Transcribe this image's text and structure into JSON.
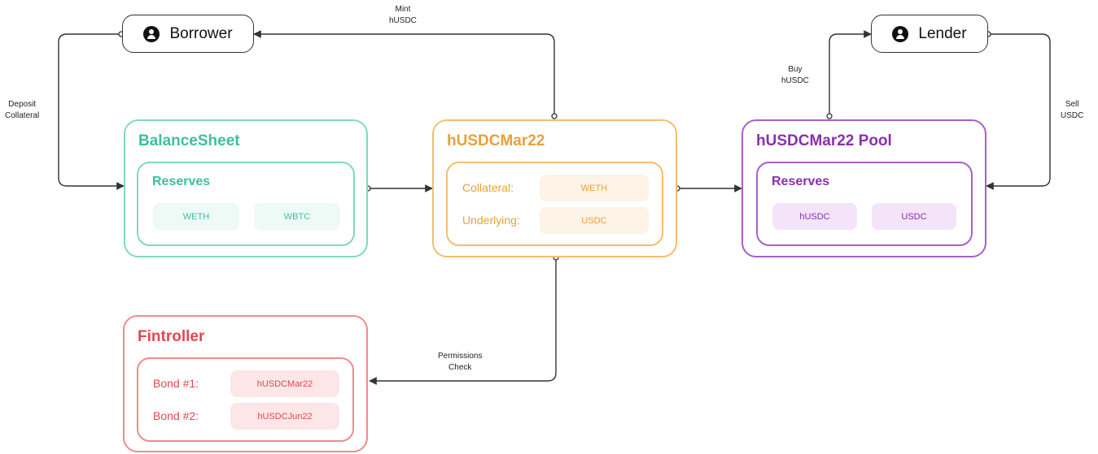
{
  "colors": {
    "teal": "#3cbfa0",
    "orange": "#e8a13b",
    "purple": "#8a2fb0",
    "red": "#e0484f",
    "line": "#333333"
  },
  "actors": {
    "borrower": {
      "label": "Borrower",
      "icon": "user-circle-icon"
    },
    "lender": {
      "label": "Lender",
      "icon": "user-circle-icon"
    }
  },
  "balance_sheet": {
    "title": "BalanceSheet",
    "inner_title": "Reserves",
    "chips": [
      "WETH",
      "WBTC"
    ]
  },
  "hToken": {
    "title": "hUSDCMar22",
    "rows": [
      {
        "label": "Collateral:",
        "value": "WETH"
      },
      {
        "label": "Underlying:",
        "value": "USDC"
      }
    ]
  },
  "pool": {
    "title": "hUSDCMar22 Pool",
    "inner_title": "Reserves",
    "chips": [
      "hUSDC",
      "USDC"
    ]
  },
  "fintroller": {
    "title": "Fintroller",
    "rows": [
      {
        "label": "Bond #1:",
        "value": "hUSDCMar22"
      },
      {
        "label": "Bond #2:",
        "value": "hUSDCJun22"
      }
    ]
  },
  "edges": {
    "deposit_collateral": [
      "Deposit",
      "Collateral"
    ],
    "mint_husdc": [
      "Mint",
      "hUSDC"
    ],
    "buy_husdc": [
      "Buy",
      "hUSDC"
    ],
    "sell_usdc": [
      "Sell",
      "USDC"
    ],
    "permissions_check": [
      "Permissions",
      "Check"
    ]
  }
}
